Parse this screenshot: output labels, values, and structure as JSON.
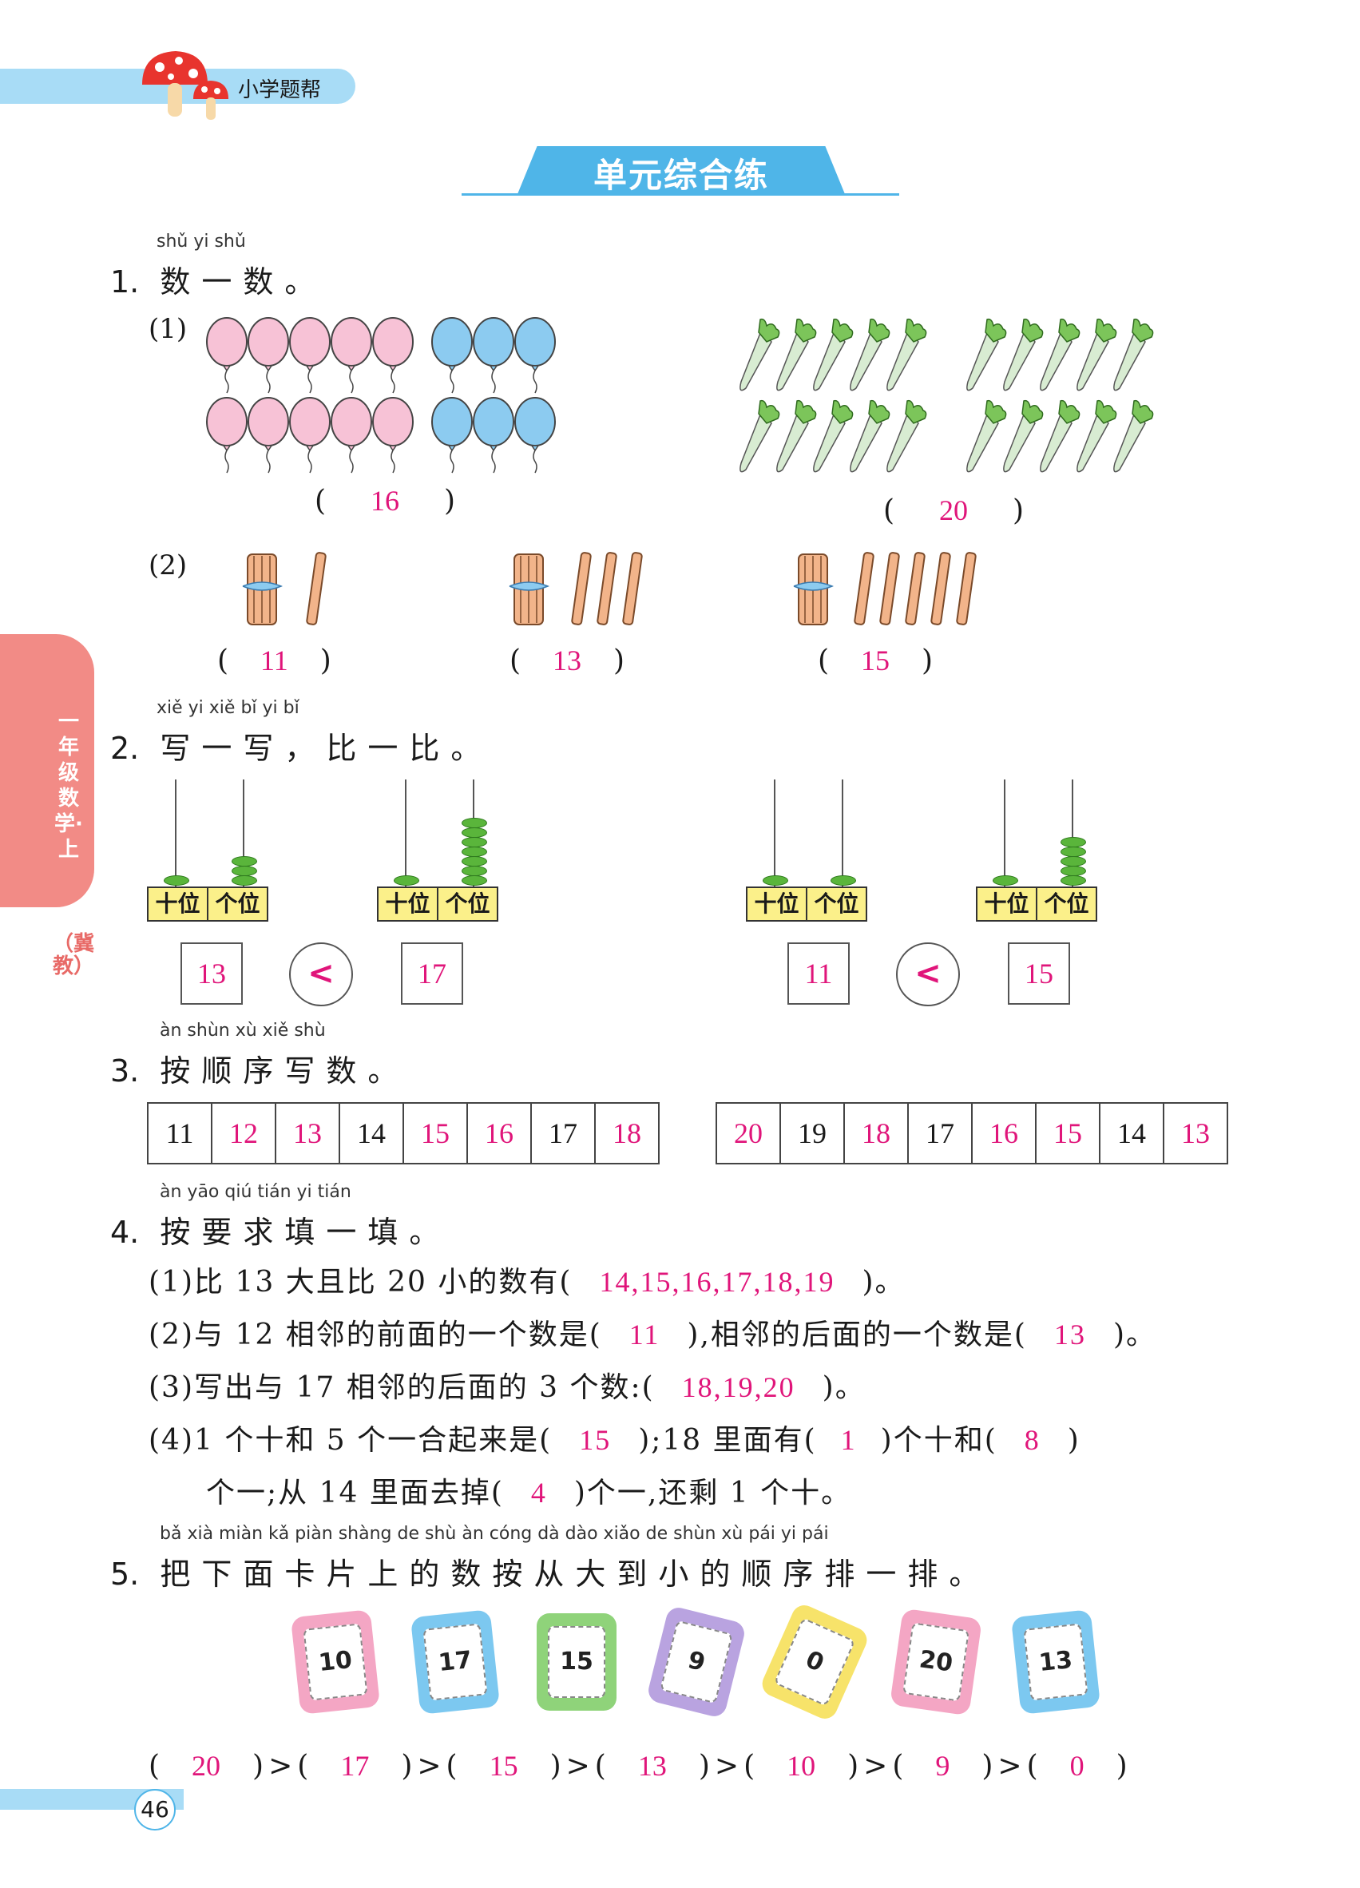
{
  "header": {
    "brand": "小学题帮",
    "title": "单元综合练"
  },
  "side_tab": {
    "text": "一年级数学·上",
    "sub": "（冀教）"
  },
  "q1": {
    "pinyin": "shǔ  yi  shǔ",
    "number": "1.",
    "title": "数一数。",
    "part1_label": "(1)",
    "part2_label": "(2)",
    "balloons_answer": "16",
    "radish_answer": "20",
    "sticks_answers": [
      "11",
      "13",
      "15"
    ]
  },
  "q2": {
    "pinyin": "xiě  yi  xiě     bǐ  yi  bǐ",
    "number": "2.",
    "title": "写一写，比一比。",
    "tens_label": "十位",
    "ones_label": "个位",
    "pairs": [
      {
        "left": "13",
        "symbol": "<",
        "right": "17"
      },
      {
        "left": "11",
        "symbol": "<",
        "right": "15"
      }
    ]
  },
  "q3": {
    "pinyin": "àn shùn xù xiě shù",
    "number": "3.",
    "title": "按顺序写数。",
    "row1": [
      "11",
      "12",
      "13",
      "14",
      "15",
      "16",
      "17",
      "18"
    ],
    "row1_filled": [
      false,
      true,
      true,
      false,
      true,
      true,
      false,
      true
    ],
    "row2": [
      "20",
      "19",
      "18",
      "17",
      "16",
      "15",
      "14",
      "13"
    ],
    "row2_filled": [
      true,
      false,
      true,
      false,
      true,
      true,
      false,
      true
    ]
  },
  "q4": {
    "pinyin": "àn yāo qiú tián yi tián",
    "number": "4.",
    "title": "按要求填一填。",
    "l1_a": "(1)比 13 大且比 20 小的数有(",
    "l1_ans": "14,15,16,17,18,19",
    "l1_b": ")。",
    "l2_a": "(2)与 12 相邻的前面的一个数是(",
    "l2_ans1": "11",
    "l2_b": "),相邻的后面的一个数是(",
    "l2_ans2": "13",
    "l2_c": ")。",
    "l3_a": "(3)写出与 17 相邻的后面的 3 个数:(",
    "l3_ans": "18,19,20",
    "l3_b": ")。",
    "l4_a": "(4)1 个十和 5 个一合起来是(",
    "l4_ans1": "15",
    "l4_b": ");18 里面有(",
    "l4_ans2": "1",
    "l4_c": ")个十和(",
    "l4_ans3": "8",
    "l4_d": ")",
    "l5_a": "个一;从 14 里面去掉(",
    "l5_ans": "4",
    "l5_b": ")个一,还剩 1 个十。"
  },
  "q5": {
    "pinyin": "bǎ  xià miàn kǎ piàn shàng de shù  àn cóng dà dào xiǎo de shùn xù  pái  yi  pái",
    "number": "5.",
    "title": "把下面卡片上的数按从大到小的顺序排一排。",
    "cards": [
      "10",
      "17",
      "15",
      "9",
      "0",
      "20",
      "13"
    ],
    "card_colors": [
      "#f4a6c4",
      "#7cc8f0",
      "#8fd37a",
      "#b9a3e0",
      "#f7e36a",
      "#f4a6c4",
      "#7cc8f0"
    ],
    "sorted": [
      "20",
      "17",
      "15",
      "13",
      "10",
      "9",
      "0"
    ],
    "gt": ">"
  },
  "page_number": "46"
}
